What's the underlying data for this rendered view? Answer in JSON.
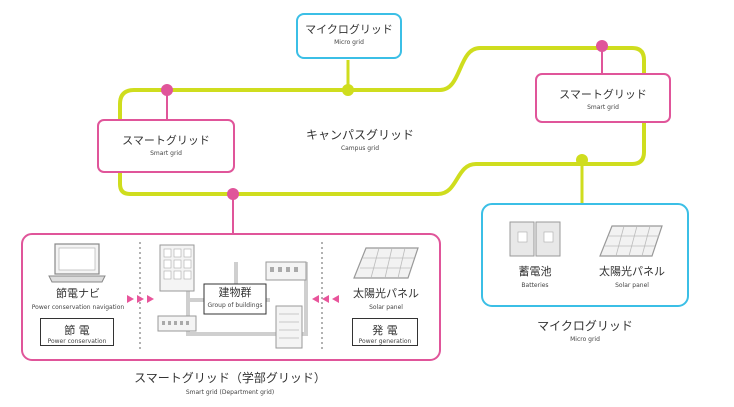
{
  "top_micro_grid": {
    "jp": "マイクログリッド",
    "en": "Micro grid"
  },
  "campus_grid": {
    "jp": "キャンパスグリッド",
    "en": "Campus grid"
  },
  "smart_grid_left": {
    "jp": "スマートグリッド",
    "en": "Smart grid"
  },
  "smart_grid_right": {
    "jp": "スマートグリッド",
    "en": "Smart grid"
  },
  "department": {
    "power_nav": {
      "jp": "節電ナビ",
      "en": "Power conservation navigation"
    },
    "power_conservation": {
      "jp": "節 電",
      "en": "Power conservation"
    },
    "buildings": {
      "jp": "建物群",
      "en": "Group of buildings"
    },
    "solar_panel": {
      "jp": "太陽光パネル",
      "en": "Solar panel"
    },
    "power_generation": {
      "jp": "発 電",
      "en": "Power generation"
    },
    "title_jp": "スマートグリッド（学部グリッド）",
    "title_en": "Smart grid (Department grid)"
  },
  "micro_grid_right": {
    "batteries": {
      "jp": "蓄電池",
      "en": "Batteries"
    },
    "solar_panel": {
      "jp": "太陽光パネル",
      "en": "Solar panel"
    },
    "title_jp": "マイクログリッド",
    "title_en": "Micro grid"
  },
  "colors": {
    "loop": "#cfdd1e",
    "smart_grid": "#e0559a",
    "micro_grid": "#3bbfe6",
    "arrow": "#e8559b"
  }
}
